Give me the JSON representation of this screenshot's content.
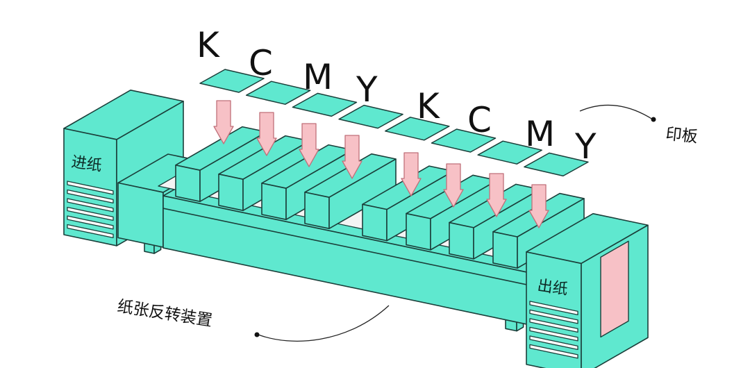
{
  "colors": {
    "body": "#5fe8cf",
    "outline": "#1b3f3a",
    "arrow": "#f7c1c6",
    "arrow_outline": "#c0707a",
    "paper": "#f4f4f4"
  },
  "plate_letters": [
    "K",
    "C",
    "M",
    "Y",
    "K",
    "C",
    "M",
    "Y"
  ],
  "labels": {
    "feed_in": "进纸",
    "feed_out": "出纸",
    "plate": "印板",
    "reverser": "纸张反转装置"
  }
}
